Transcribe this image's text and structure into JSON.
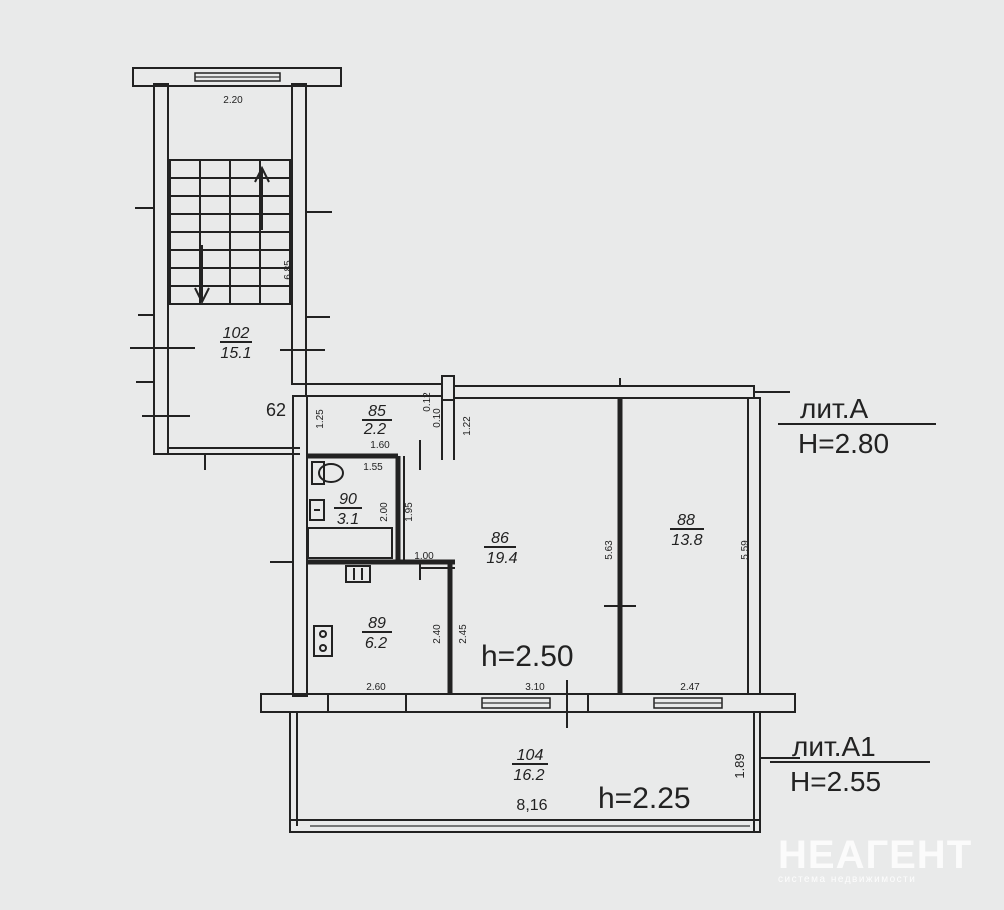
{
  "rooms": {
    "r102": {
      "num": "102",
      "area": "15.1"
    },
    "r85": {
      "num": "85",
      "area": "2.2"
    },
    "r90": {
      "num": "90",
      "area": "3.1"
    },
    "r86": {
      "num": "86",
      "area": "19.4"
    },
    "r88": {
      "num": "88",
      "area": "13.8"
    },
    "r89": {
      "num": "89",
      "area": "6.2"
    },
    "r104": {
      "num": "104",
      "area": "16.2"
    }
  },
  "dimensions": {
    "stair_width": "2.20",
    "stair_length": "6.85",
    "d62": "62",
    "d125": "1.25",
    "d012": "0.12",
    "d010": "0.10",
    "d160": "1.60",
    "d122": "1.22",
    "d155": "1.55",
    "d200": "2.00",
    "d195": "1.95",
    "d100": "1.00",
    "d563": "5.63",
    "d559": "5.59",
    "d240": "2.40",
    "d245": "2.45",
    "d260": "2.60",
    "d310": "3.10",
    "d247": "2.47",
    "d189": "1.89",
    "d816": "8,16"
  },
  "heights": {
    "main_room": "h=2.50",
    "balcony": "h=2.25"
  },
  "liters": {
    "a": {
      "name": "лит.А",
      "height": "H=2.80"
    },
    "a1": {
      "name": "лит.А1",
      "height": "H=2.55"
    }
  },
  "watermark": {
    "brand": "НЕАГЕНТ",
    "tagline": "система недвижимости"
  }
}
